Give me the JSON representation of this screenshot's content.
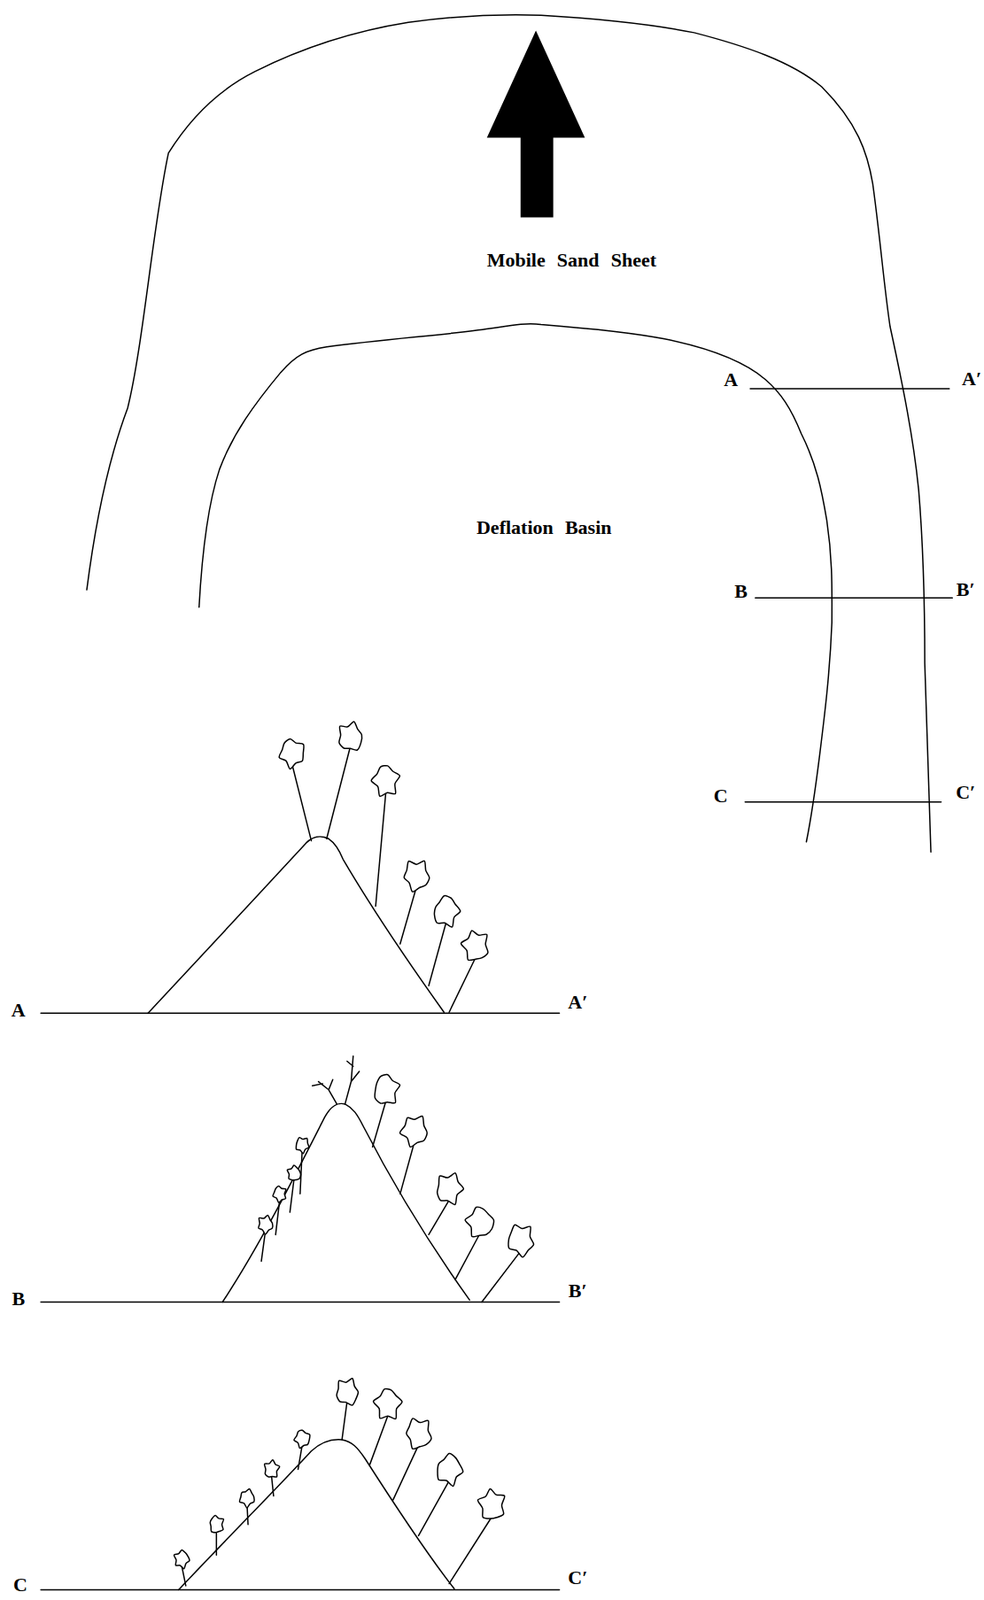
{
  "diagram": {
    "labels": [
      "Mobile Sand Sheet",
      "Deflation Basin",
      "A",
      "A′",
      "B",
      "B′",
      "C",
      "C′",
      "A",
      "A′",
      "B",
      "B′",
      "C",
      "C′"
    ]
  }
}
